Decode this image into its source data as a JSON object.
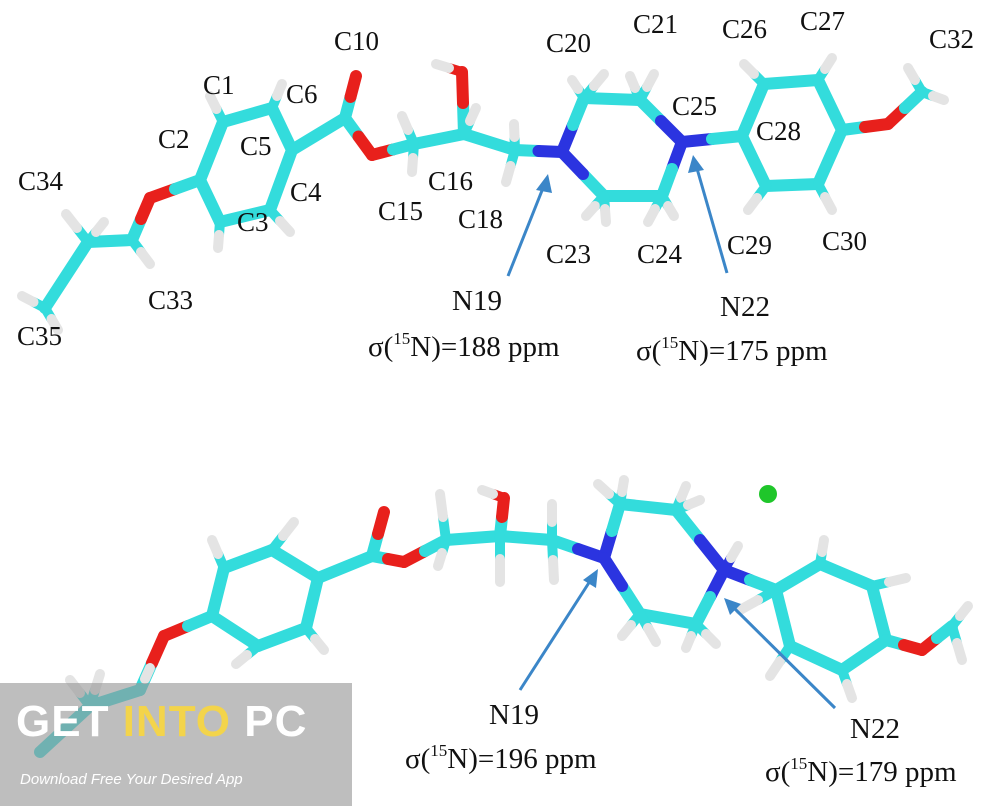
{
  "colors": {
    "carbon": "#33dcdc",
    "oxygen": "#e8201c",
    "nitrogen": "#2b34e0",
    "hydrogen": "#e4e4e4",
    "ion": "#1fc62a",
    "arrow": "#3b86c8"
  },
  "top_molecule": {
    "atom_labels": [
      "C1",
      "C2",
      "C3",
      "C4",
      "C5",
      "C6",
      "C10",
      "C15",
      "C16",
      "C18",
      "C20",
      "C21",
      "C23",
      "C24",
      "C25",
      "C26",
      "C27",
      "C28",
      "C29",
      "C30",
      "C32",
      "C33",
      "C34",
      "C35"
    ],
    "annotations": [
      {
        "atom": "N19",
        "sigma_prefix": "σ(",
        "isotope": "15",
        "sigma_suffix": "N)=188 ppm"
      },
      {
        "atom": "N22",
        "sigma_prefix": "σ(",
        "isotope": "15",
        "sigma_suffix": "N)=175 ppm"
      }
    ]
  },
  "bottom_molecule": {
    "annotations": [
      {
        "atom": "N19",
        "sigma_prefix": "σ(",
        "isotope": "15",
        "sigma_suffix": "N)=196 ppm"
      },
      {
        "atom": "N22",
        "sigma_prefix": "σ(",
        "isotope": "15",
        "sigma_suffix": "N)=179 ppm"
      }
    ]
  },
  "watermark": {
    "word1": "GET ",
    "word2": "INTO",
    "word3": " PC",
    "tagline": "Download Free Your Desired App"
  }
}
